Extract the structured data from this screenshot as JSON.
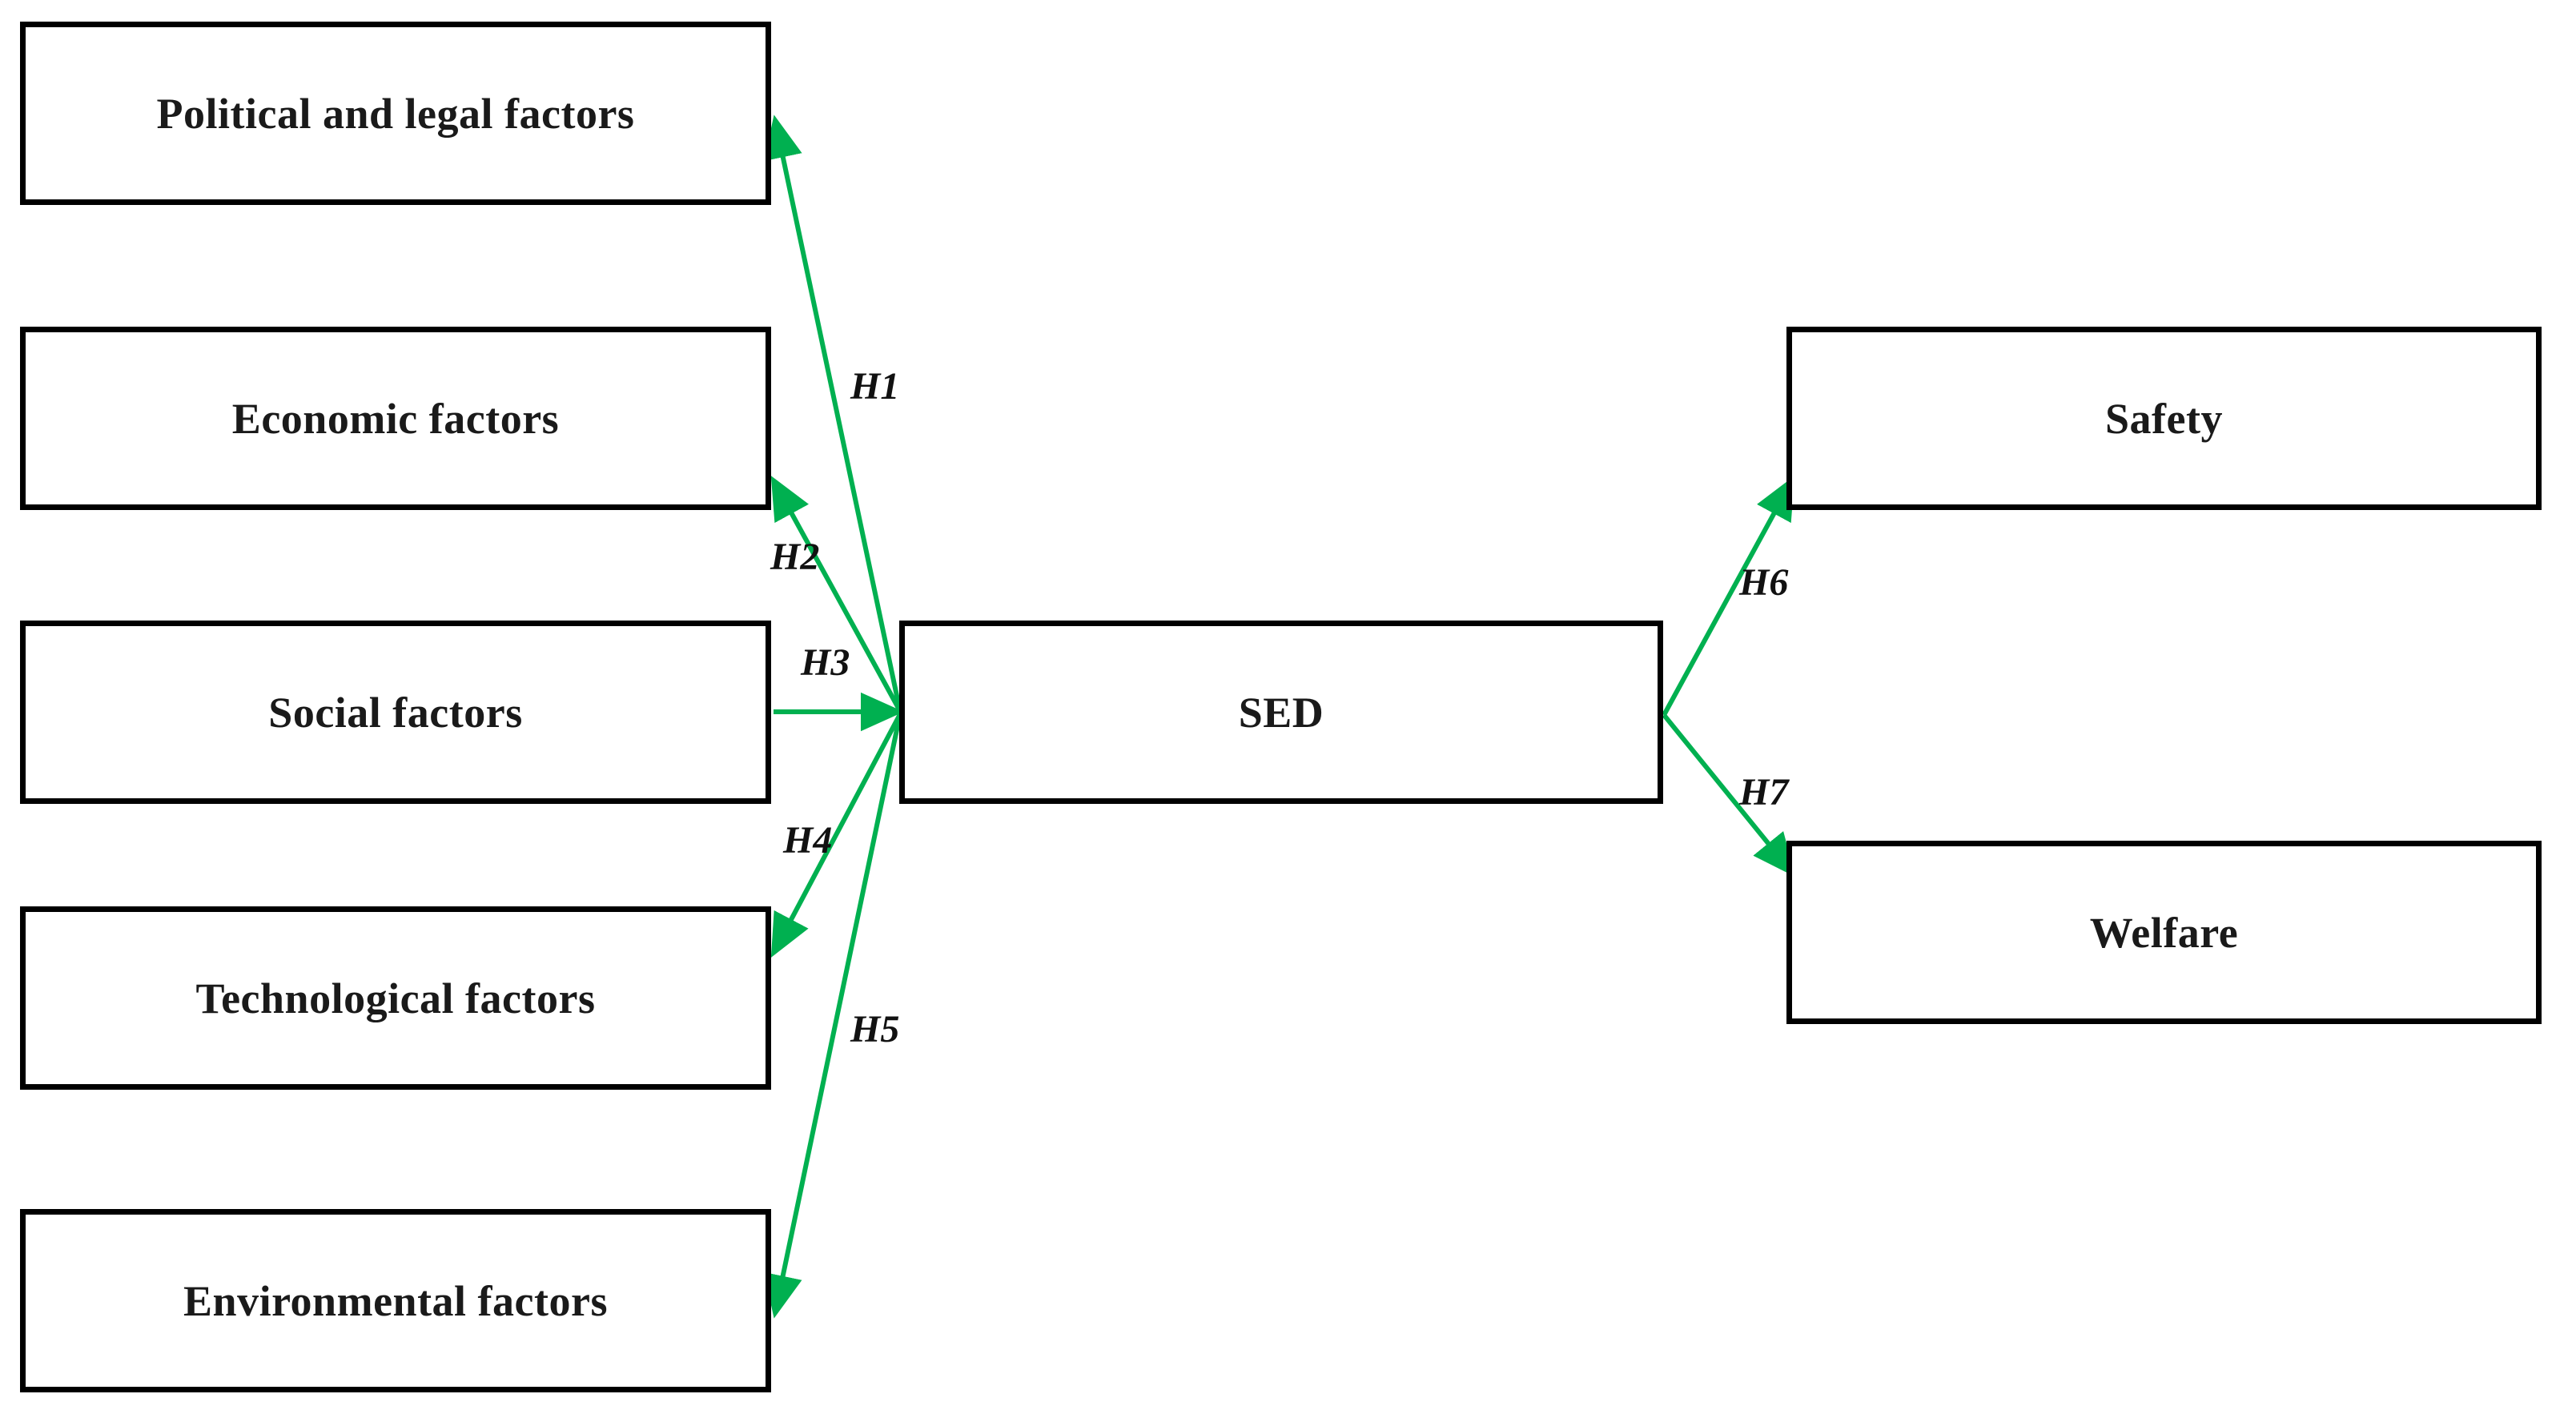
{
  "diagram": {
    "type": "conceptual-framework-diagram",
    "accent_color": "#00b050",
    "box_border_color": "#000000",
    "text_color": "#1a1a1a",
    "background": "#ffffff",
    "antecedent_nodes": [
      {
        "id": "political",
        "label": "Political and legal factors"
      },
      {
        "id": "economic",
        "label": "Economic factors"
      },
      {
        "id": "social",
        "label": "Social factors"
      },
      {
        "id": "technological",
        "label": "Technological factors"
      },
      {
        "id": "environmental",
        "label": "Environmental factors"
      }
    ],
    "core_node": {
      "id": "sed",
      "label": "SED"
    },
    "outcome_nodes": [
      {
        "id": "safety",
        "label": "Safety"
      },
      {
        "id": "welfare",
        "label": "Welfare"
      }
    ],
    "hypotheses": [
      {
        "id": "h1",
        "label": "H1",
        "from": "sed",
        "to": "political"
      },
      {
        "id": "h2",
        "label": "H2",
        "from": "sed",
        "to": "economic"
      },
      {
        "id": "h3",
        "label": "H3",
        "from": "social",
        "to": "sed"
      },
      {
        "id": "h4",
        "label": "H4",
        "from": "sed",
        "to": "technological"
      },
      {
        "id": "h5",
        "label": "H5",
        "from": "sed",
        "to": "environmental"
      },
      {
        "id": "h6",
        "label": "H6",
        "from": "sed",
        "to": "safety"
      },
      {
        "id": "h7",
        "label": "H7",
        "from": "sed",
        "to": "welfare"
      }
    ]
  }
}
